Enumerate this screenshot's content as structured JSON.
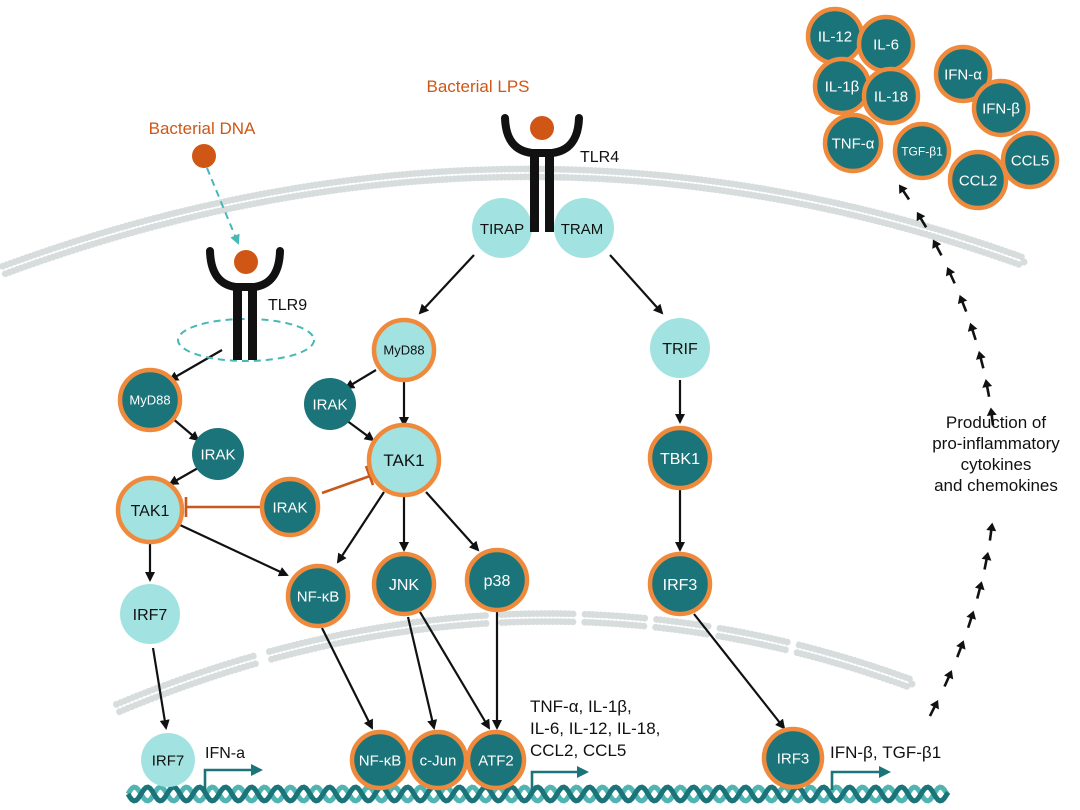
{
  "colors": {
    "teal_dark": "#1b7479",
    "teal_light": "#a2e3e2",
    "orange": "#ef8a3c",
    "ligand": "#cf5614",
    "inhibit": "#c6591c",
    "membrane": "#d7dcdc",
    "dna_a": "#1b7479",
    "dna_b": "#50b4b2",
    "arrow": "#111111"
  },
  "ligands": {
    "lps": "Bacterial LPS",
    "dna": "Bacterial DNA"
  },
  "receptors": {
    "tlr4": "TLR4",
    "tlr9": "TLR9"
  },
  "nodes": {
    "tirap": "TIRAP",
    "tram": "TRAM",
    "myd88_left": "MyD88",
    "irak_left": "IRAK",
    "tak1_left": "TAK1",
    "irak_inhibitor": "IRAK",
    "irf7_cyto": "IRF7",
    "nfkb_cyto": "NF-κB",
    "myd88_mid": "MyD88",
    "irak_mid": "IRAK",
    "tak1_mid": "TAK1",
    "jnk": "JNK",
    "p38": "p38",
    "trif": "TRIF",
    "tbk1": "TBK1",
    "irf3_cyto": "IRF3",
    "irf7_nuc": "IRF7",
    "nfkb_nuc": "NF-κB",
    "cjun_nuc": "c-Jun",
    "atf2_nuc": "ATF2",
    "irf3_nuc": "IRF3"
  },
  "genes": {
    "ifn_a": "IFN-a",
    "cytokines_line1": "TNF-α, IL-1β,",
    "cytokines_line2": "IL-6, IL-12, IL-18,",
    "cytokines_line3": "CCL2, CCL5",
    "ifnb_tgfb": "IFN-β, TGF-β1"
  },
  "secreted": {
    "il12": "IL-12",
    "il6": "IL-6",
    "il1b": "IL-1β",
    "il18": "IL-18",
    "tnfa": "TNF-α",
    "tgfb1": "TGF-β1",
    "ifna": "IFN-α",
    "ifnb": "IFN-β",
    "ccl2": "CCL2",
    "ccl5": "CCL5"
  },
  "production_label": {
    "line1": "Production of",
    "line2": "pro-inflammatory",
    "line3": "cytokines",
    "line4": "and chemokines"
  }
}
